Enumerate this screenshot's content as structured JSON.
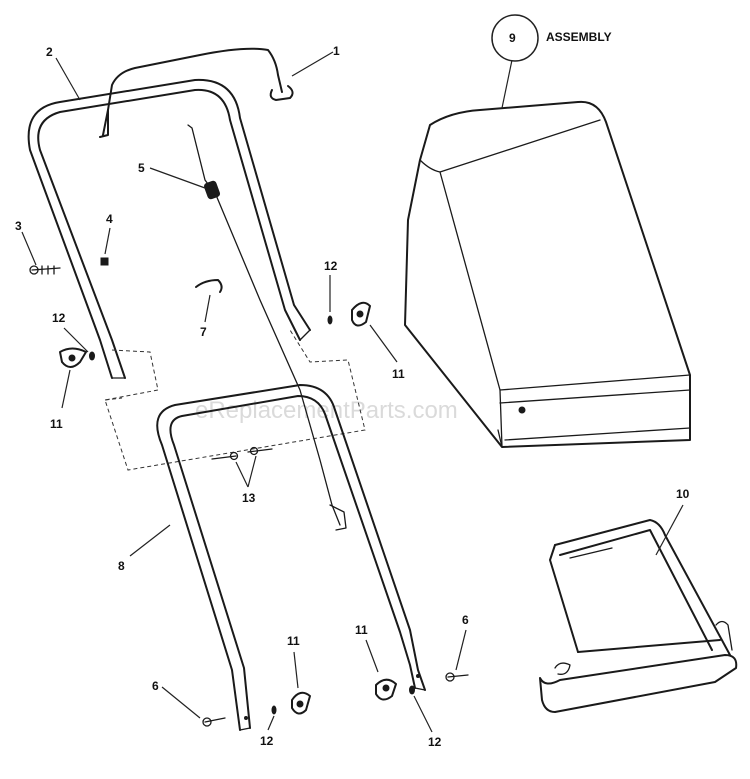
{
  "labels": {
    "p1": "1",
    "p2": "2",
    "p3": "3",
    "p4": "4",
    "p5": "5",
    "p6a": "6",
    "p6b": "6",
    "p7": "7",
    "p8": "8",
    "p9": "9",
    "p10": "10",
    "p11a": "11",
    "p11b": "11",
    "p11c": "11",
    "p11d": "11",
    "p12a": "12",
    "p12b": "12",
    "p12c": "12",
    "p12d": "12",
    "p13": "13"
  },
  "assembly_label": "ASSEMBLY",
  "watermark": "eReplacementParts.com"
}
